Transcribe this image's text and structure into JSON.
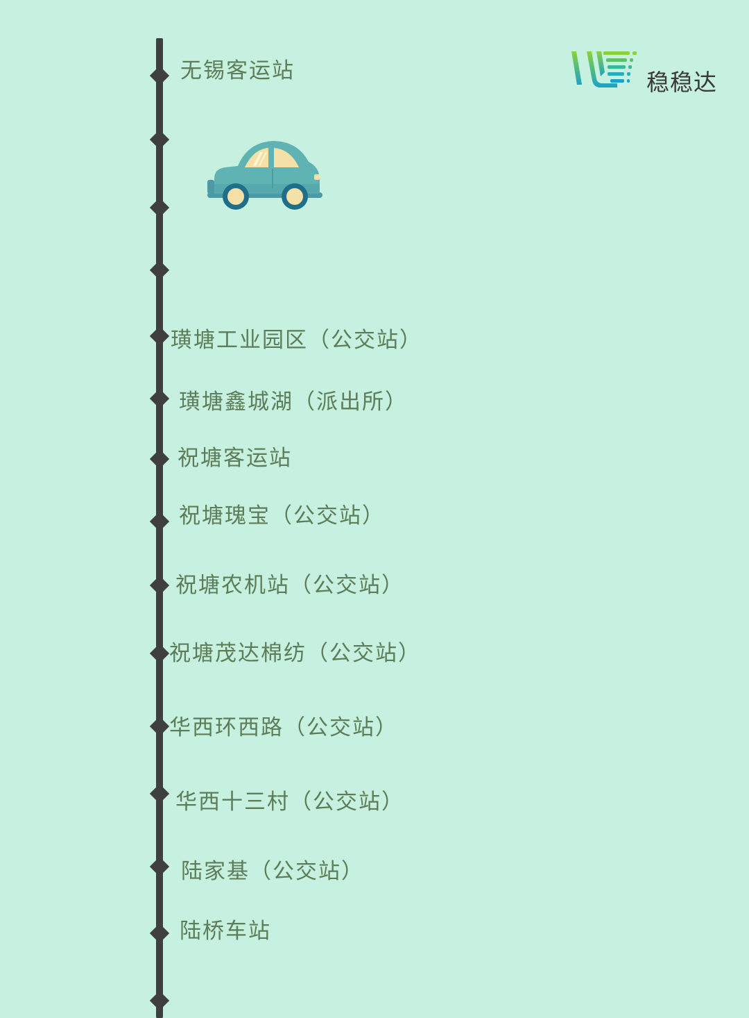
{
  "brand": {
    "name": "稳稳达",
    "logo_icon": "wwd-logo-icon"
  },
  "stops": [
    {
      "label": "无锡客运站"
    },
    {
      "label": "璜塘工业园区（公交站）"
    },
    {
      "label": "璜塘鑫城湖（派出所）"
    },
    {
      "label": "祝塘客运站"
    },
    {
      "label": "祝塘瑰宝（公交站）"
    },
    {
      "label": "祝塘农机站（公交站）"
    },
    {
      "label": "祝塘茂达棉纺（公交站）"
    },
    {
      "label": "华西环西路（公交站）"
    },
    {
      "label": "华西十三村（公交站）"
    },
    {
      "label": "陆家基（公交站）"
    },
    {
      "label": "陆桥车站"
    }
  ],
  "colors": {
    "background": "#c6f0df",
    "timeline": "#3f3f3f",
    "label_text": "#5d7d58",
    "car_body": "#5fb3b3",
    "car_window": "#f5e1a8",
    "wheel": "#1f6f8b"
  }
}
